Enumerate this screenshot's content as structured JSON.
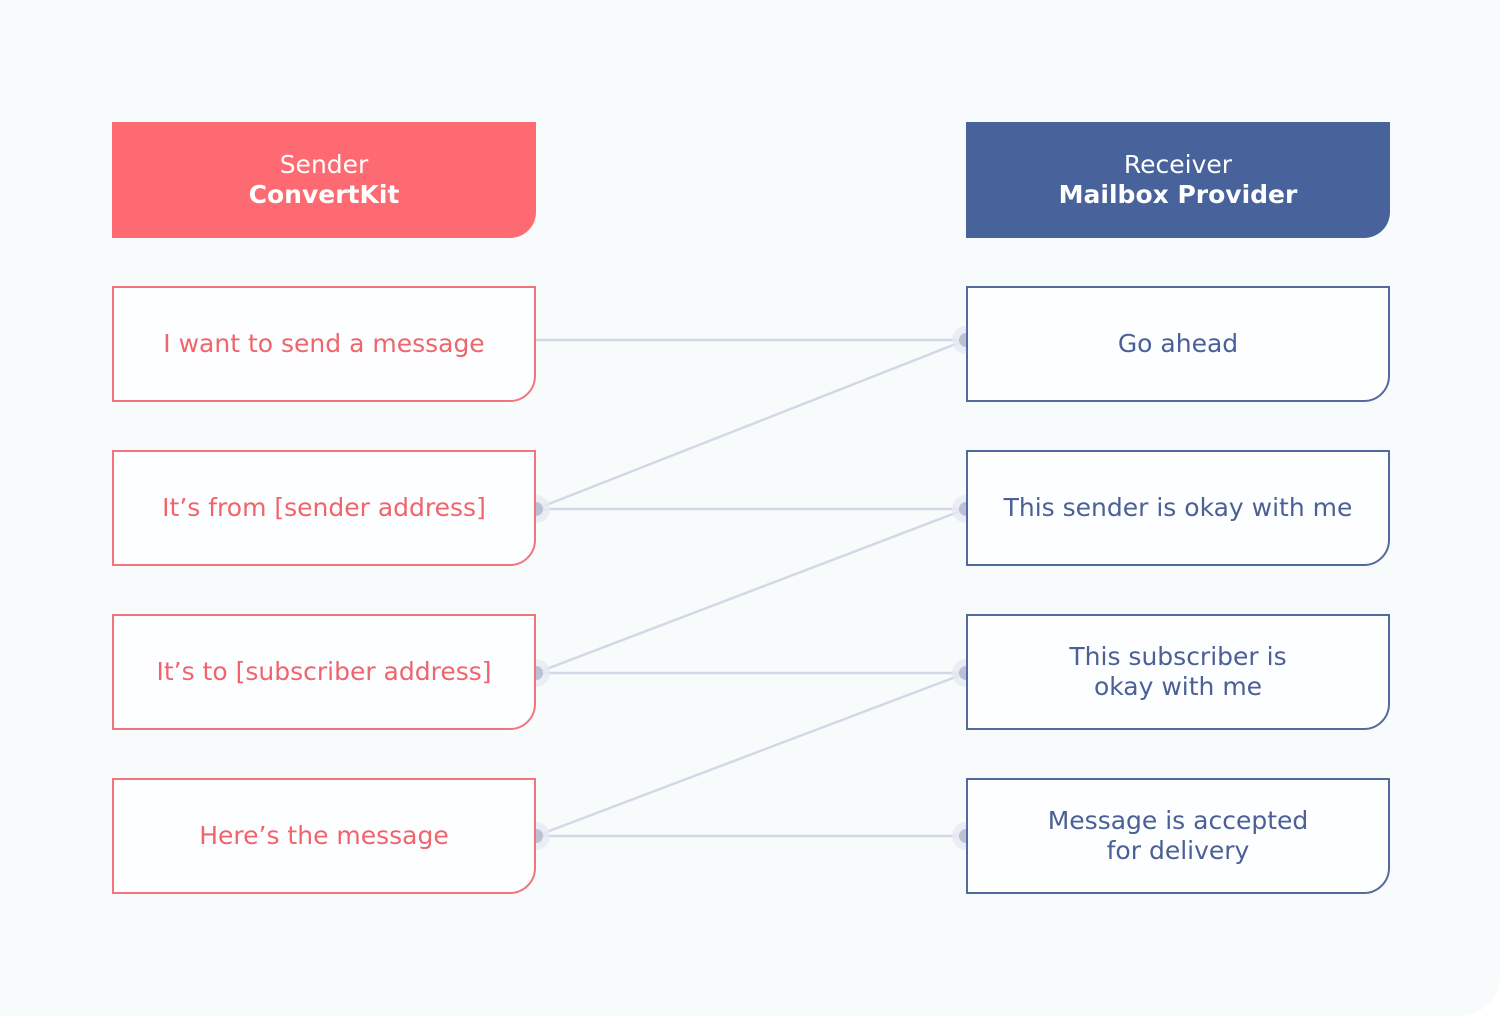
{
  "sender": {
    "role": "Sender",
    "name": "ConvertKit",
    "color": "#fe6a71",
    "steps": [
      "I want to send a message",
      "It’s from [sender address]",
      "It’s to [subscriber address]",
      "Here’s the message"
    ]
  },
  "receiver": {
    "role": "Receiver",
    "name": "Mailbox Provider",
    "color": "#48639c",
    "steps": [
      "Go ahead",
      "This sender is okay with me",
      "This subscriber is\nokay with me",
      "Message is accepted\nfor delivery"
    ]
  },
  "connector_color": "#d2d8e6"
}
